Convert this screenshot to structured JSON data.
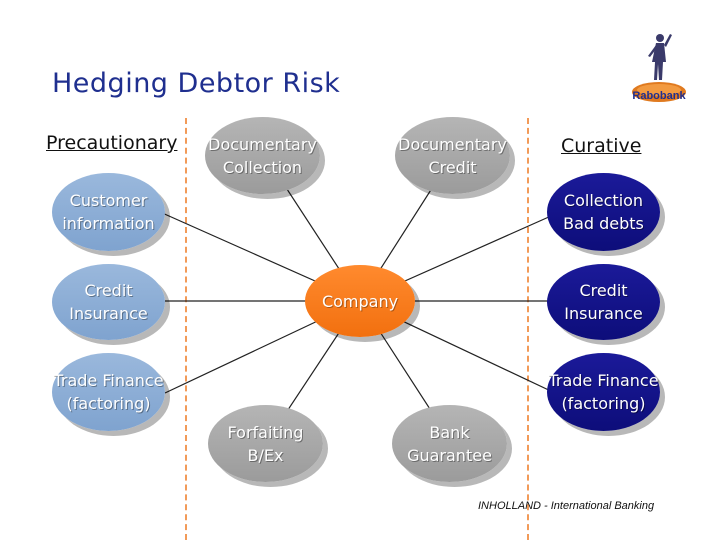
{
  "title": "Hedging Debtor Risk",
  "headings": {
    "precautionary": "Precautionary",
    "curative": "Curative"
  },
  "center": "Company",
  "nodes": {
    "documentary_collection": "Documentary\nCollection",
    "documentary_credit": "Documentary\nCredit",
    "customer_information": "Customer\ninformation",
    "collection_bad_debts": "Collection\nBad debts",
    "credit_insurance_left": "Credit\nInsurance",
    "credit_insurance_right": "Credit\nInsurance",
    "trade_finance_left": "Trade Finance\n(factoring)",
    "trade_finance_right": "Trade Finance\n(factoring)",
    "forfaiting": "Forfaiting\nB/Ex",
    "bank_guarantee": "Bank\nGuarantee"
  },
  "logo": {
    "name": "rabobank-logo",
    "text": "Rabobank"
  },
  "footer": "INHOLLAND - International Banking",
  "colors": {
    "title": "#1f2f8f",
    "light_oval": "#8aaed6",
    "grey_oval": "#a8a8a8",
    "dark_oval": "#14148a",
    "center_oval": "#f7791c",
    "divider": "#f29a58"
  }
}
